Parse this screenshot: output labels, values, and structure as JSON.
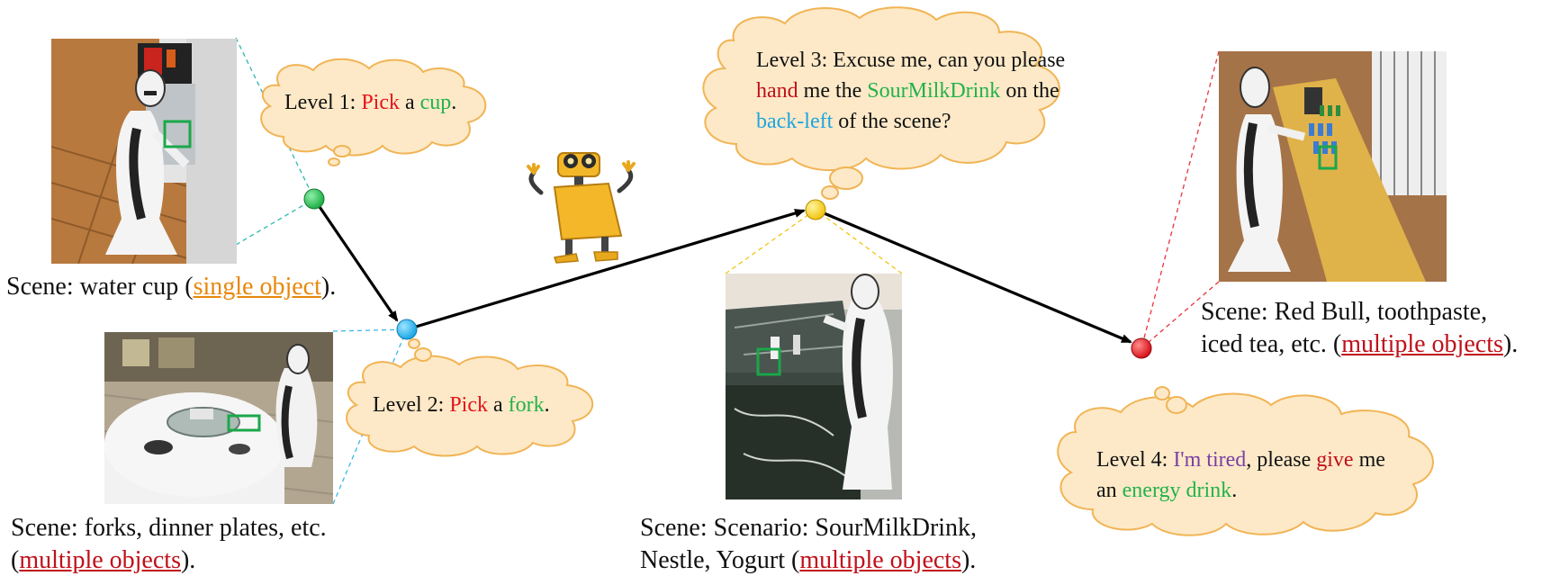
{
  "colors": {
    "cloud_fill": "#fde9c7",
    "cloud_stroke": "#f1b455",
    "node_level1": "#1fae47",
    "node_level2": "#1aa7e6",
    "node_level3": "#f2c40f",
    "node_level4": "#d8121b",
    "selection_box": "#1aa84a",
    "arrow": "#000000"
  },
  "level1": {
    "prefix": "Level 1: ",
    "verb": "Pick",
    "mid": " a ",
    "object": "cup",
    "suffix": ".",
    "scene_prefix": "Scene: water cup (",
    "scene_tag": "single object",
    "scene_suffix": ")."
  },
  "level2": {
    "prefix": "Level 2: ",
    "verb": "Pick",
    "mid": " a ",
    "object": "fork",
    "suffix": ".",
    "scene_line1": "Scene: forks, dinner plates, etc.",
    "scene_open": "(",
    "scene_tag": "multiple objects",
    "scene_suffix": ")."
  },
  "level3": {
    "line1": "Level 3: Excuse me, can you please",
    "verb": "hand",
    "mid1": " me the ",
    "object": "SourMilkDrink",
    "mid2": " on the",
    "location": "back-left",
    "tail": " of the scene?",
    "scene_line1": "Scene: Scenario: SourMilkDrink,",
    "scene_line2_prefix": "Nestle, Yogurt (",
    "scene_tag": "multiple objects",
    "scene_suffix": ")."
  },
  "level4": {
    "prefix": "Level 4: ",
    "emotion": "I'm tired",
    "mid": ", please ",
    "verb": "give",
    "tail": " me",
    "line2_prefix": "an ",
    "object": "energy drink",
    "suffix": ".",
    "scene_line1": "Scene: Red Bull, toothpaste,",
    "scene_line2_prefix": "iced tea, etc. (",
    "scene_tag": "multiple objects",
    "scene_suffix": ")."
  }
}
